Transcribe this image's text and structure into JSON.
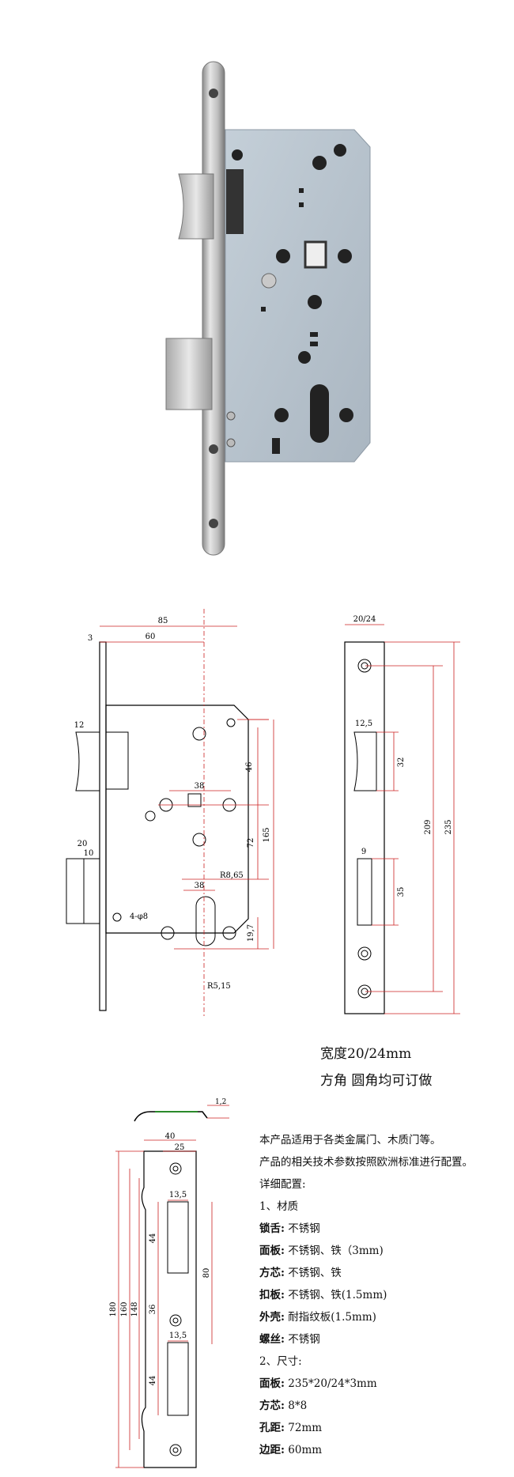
{
  "drawing1": {
    "dims": {
      "w85": "85",
      "w60": "60",
      "w3": "3",
      "w12": "12",
      "w20": "20",
      "w10": "10",
      "d38a": "38",
      "d38b": "38",
      "h46": "46",
      "h165": "165",
      "h72": "72",
      "r865": "R8,65",
      "d48": "4-φ8",
      "h197": "19,7",
      "r515": "R5,15"
    }
  },
  "drawing2": {
    "dims": {
      "w2024": "20/24",
      "w125": "12,5",
      "h32": "32",
      "h209": "209",
      "h235": "235",
      "w9": "9",
      "h35": "35"
    }
  },
  "captions": {
    "width": "宽度20/24mm",
    "corner": "方角 圆角均可订做"
  },
  "drawing3": {
    "dims": {
      "t12": "1,2",
      "w40": "40",
      "w25": "25",
      "w135a": "13,5",
      "h44a": "44",
      "h80": "80",
      "h180": "180",
      "h160": "160",
      "h148": "148",
      "h36": "36",
      "w135b": "13,5",
      "h44b": "44"
    }
  },
  "specs": {
    "intro1": "本产品适用于各类金属门、木质门等。",
    "intro2": "产品的相关技术参数按照欧洲标准进行配置。",
    "config_title": "详细配置:",
    "section1": "1、材质",
    "items1": [
      {
        "k": "锁舌:",
        "v": "不锈钢"
      },
      {
        "k": "面板:",
        "v": "不锈钢、铁（3mm)"
      },
      {
        "k": "方芯:",
        "v": "不锈钢、铁"
      },
      {
        "k": "扣板:",
        "v": "不锈钢、铁(1.5mm)"
      },
      {
        "k": "外壳:",
        "v": "耐指纹板(1.5mm)"
      },
      {
        "k": "螺丝:",
        "v": "不锈钢"
      }
    ],
    "section2": "2、尺寸:",
    "items2": [
      {
        "k": "面板:",
        "v": "235*20/24*3mm"
      },
      {
        "k": "方芯:",
        "v": "8*8"
      },
      {
        "k": "孔距:",
        "v": "72mm"
      },
      {
        "k": "边距:",
        "v": "60mm"
      }
    ]
  }
}
